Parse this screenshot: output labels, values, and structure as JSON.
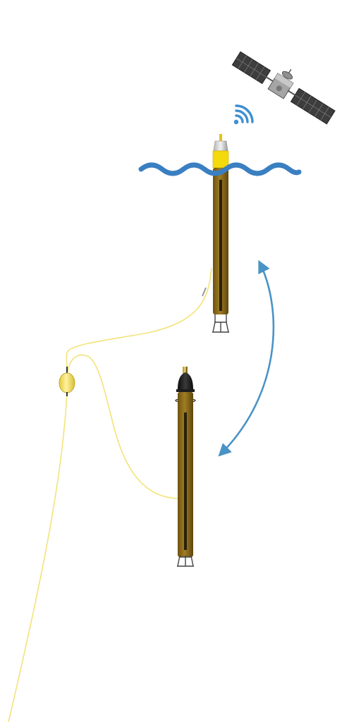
{
  "diagram": {
    "background": "#ffffff",
    "colors": {
      "water": "#3a7fc1",
      "arrow": "#4a93c6",
      "signal": "#3f8fd0",
      "tether": "#f3e37a",
      "float": "#f1de6a",
      "profiler_body": "#8a6a1a",
      "profiler_stripe": "#2a210d",
      "beacon": "#f5d90f",
      "satellite_panel": "#4a4a4a",
      "satellite_body": "#9a9a9a"
    },
    "elements": [
      {
        "name": "satellite",
        "icon": "satellite-icon"
      },
      {
        "name": "signal",
        "icon": "wifi-signal-icon"
      },
      {
        "name": "sea-surface",
        "icon": "wave-icon"
      },
      {
        "name": "profiler-at-surface",
        "icon": "profiling-float-icon"
      },
      {
        "name": "profiler-at-depth",
        "icon": "profiling-float-icon"
      },
      {
        "name": "buoyant-float",
        "icon": "buoy-icon"
      },
      {
        "name": "tether-line",
        "icon": "tether-icon"
      },
      {
        "name": "vertical-motion-arrow",
        "icon": "double-arrow-icon"
      }
    ]
  }
}
